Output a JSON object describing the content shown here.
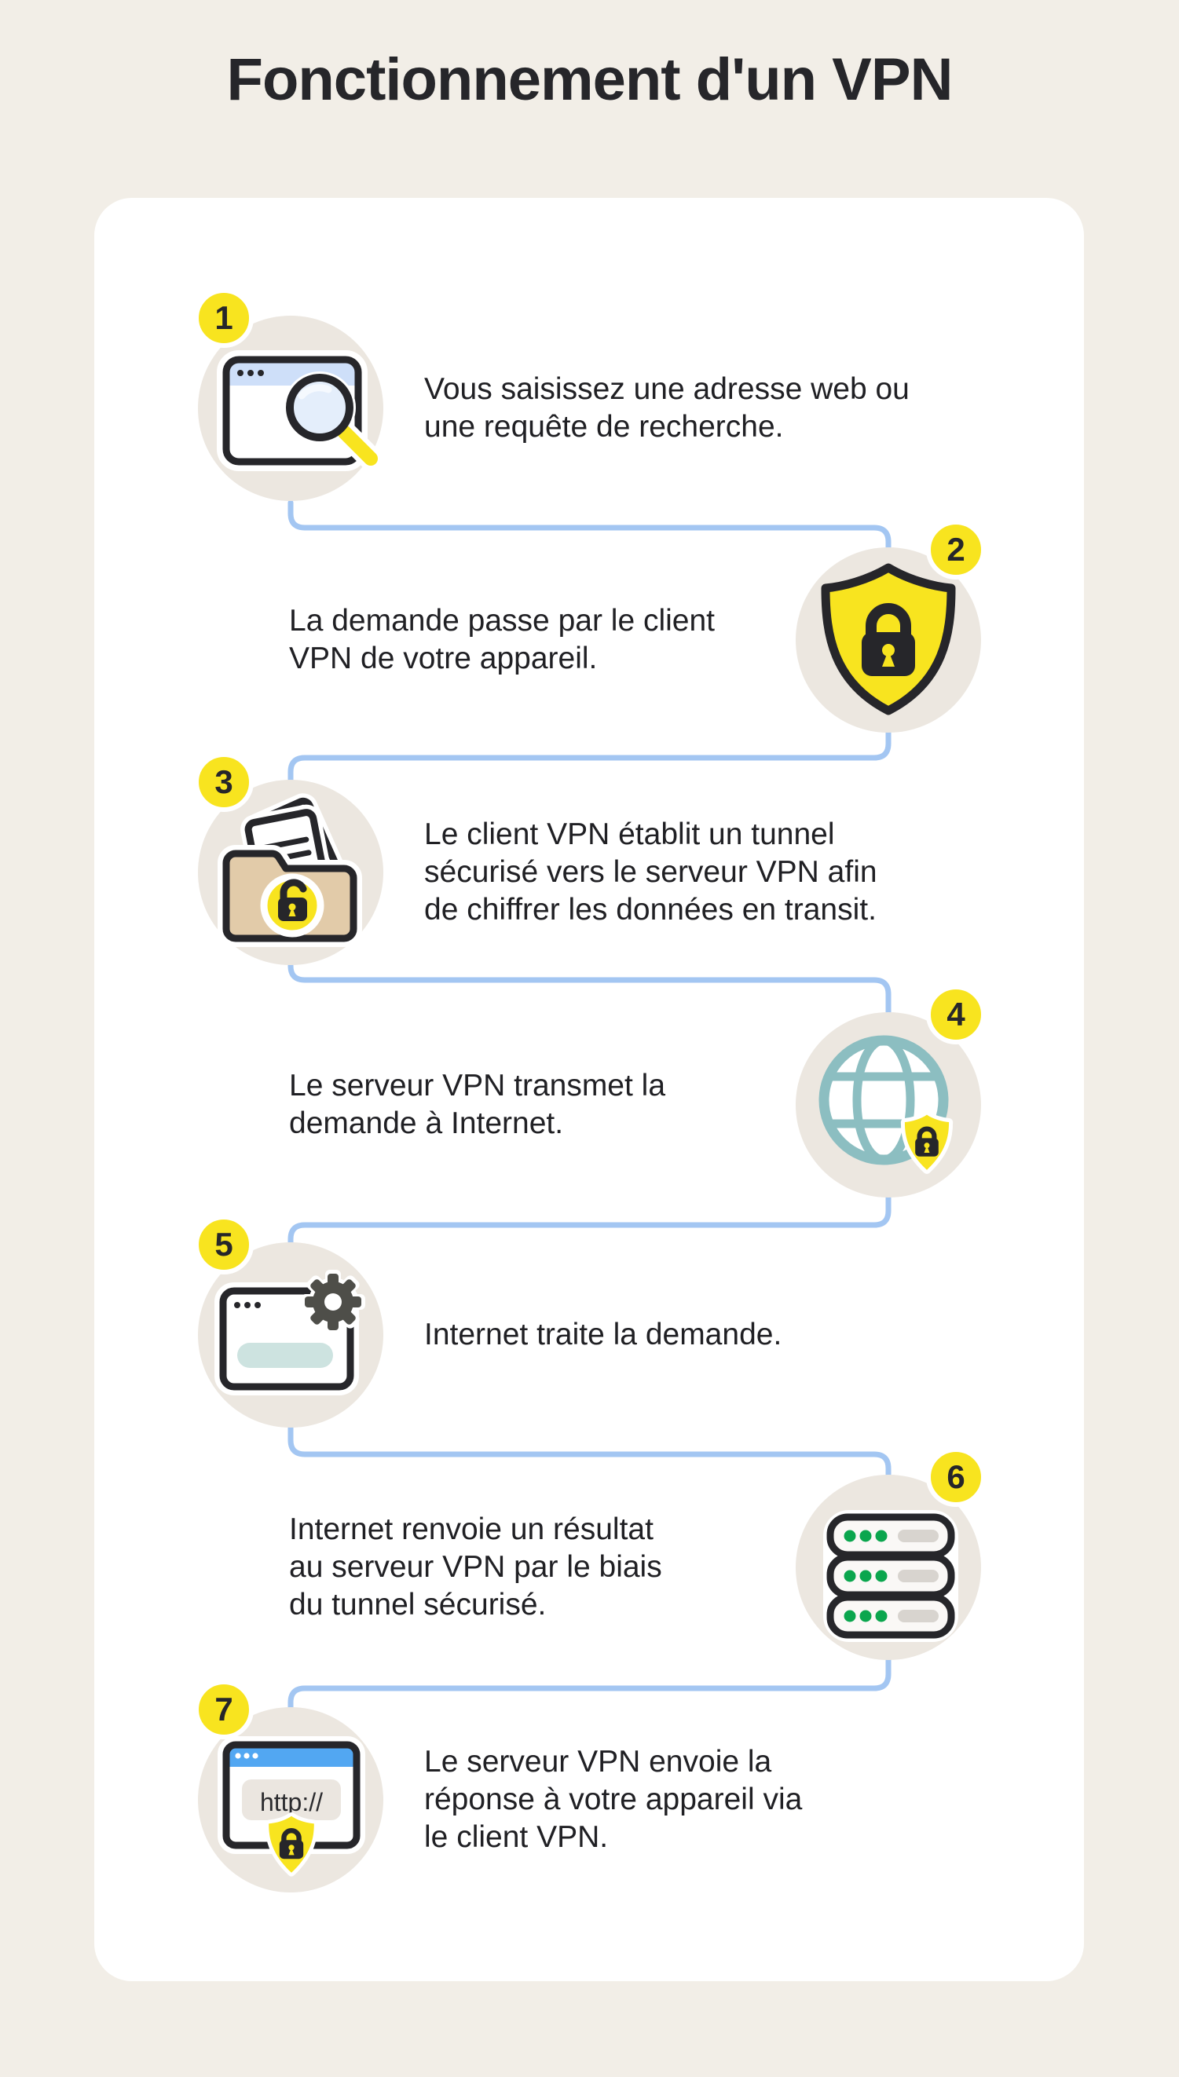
{
  "title": "Fonctionnement d'un VPN",
  "colors": {
    "background": "#F2EEE7",
    "card": "#FFFFFF",
    "accent_yellow": "#F8E41F",
    "connector_blue": "#A3C6F2",
    "dark_ink": "#26262A",
    "icon_circle_beige": "#ECE7E0",
    "globe_teal": "#8CBEC1",
    "server_green": "#0BA64E",
    "folder_tan": "#E2CBA9",
    "browser_bar_blue": "#52A7F2",
    "browser_bar_lightblue": "#CEDFF9"
  },
  "steps": [
    {
      "number": "1",
      "icon": "browser-search-icon",
      "lines": [
        "Vous saisissez une adresse web ou",
        "une requête de recherche."
      ]
    },
    {
      "number": "2",
      "icon": "shield-lock-icon",
      "lines": [
        "La demande passe par le client",
        "VPN de votre appareil."
      ]
    },
    {
      "number": "3",
      "icon": "folder-lock-icon",
      "lines": [
        "Le client VPN établit un tunnel",
        "sécurisé vers le serveur VPN afin",
        "de chiffrer les données en transit."
      ]
    },
    {
      "number": "4",
      "icon": "globe-shield-icon",
      "lines": [
        "Le serveur VPN transmet la",
        "demande à Internet."
      ]
    },
    {
      "number": "5",
      "icon": "browser-gear-icon",
      "lines": [
        "Internet traite la demande."
      ]
    },
    {
      "number": "6",
      "icon": "server-stack-icon",
      "lines": [
        "Internet renvoie un résultat",
        "au serveur VPN par le biais",
        "du tunnel sécurisé."
      ]
    },
    {
      "number": "7",
      "icon": "browser-https-shield-icon",
      "icon_label": "http://",
      "lines": [
        "Le serveur VPN envoie la",
        "réponse à votre appareil via",
        "le client VPN."
      ]
    }
  ]
}
